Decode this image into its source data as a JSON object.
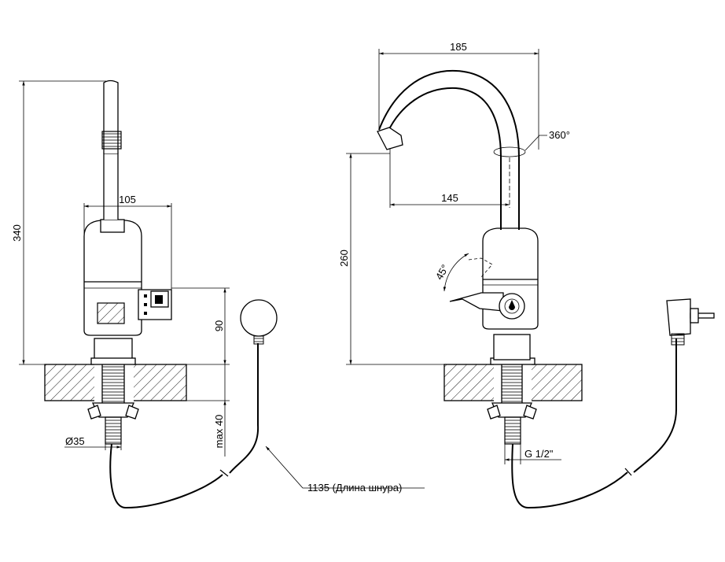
{
  "dimensions": {
    "left_height": "340",
    "left_body_width": "105",
    "left_base_height": "90",
    "left_max_thickness": "max 40",
    "left_diameter": "Ø35",
    "cord_length": "1135 (Длина шнура)",
    "right_width": "185",
    "right_rotation": "360°",
    "right_reach": "145",
    "right_height": "260",
    "right_angle": "45°",
    "right_thread": "G 1/2\""
  }
}
